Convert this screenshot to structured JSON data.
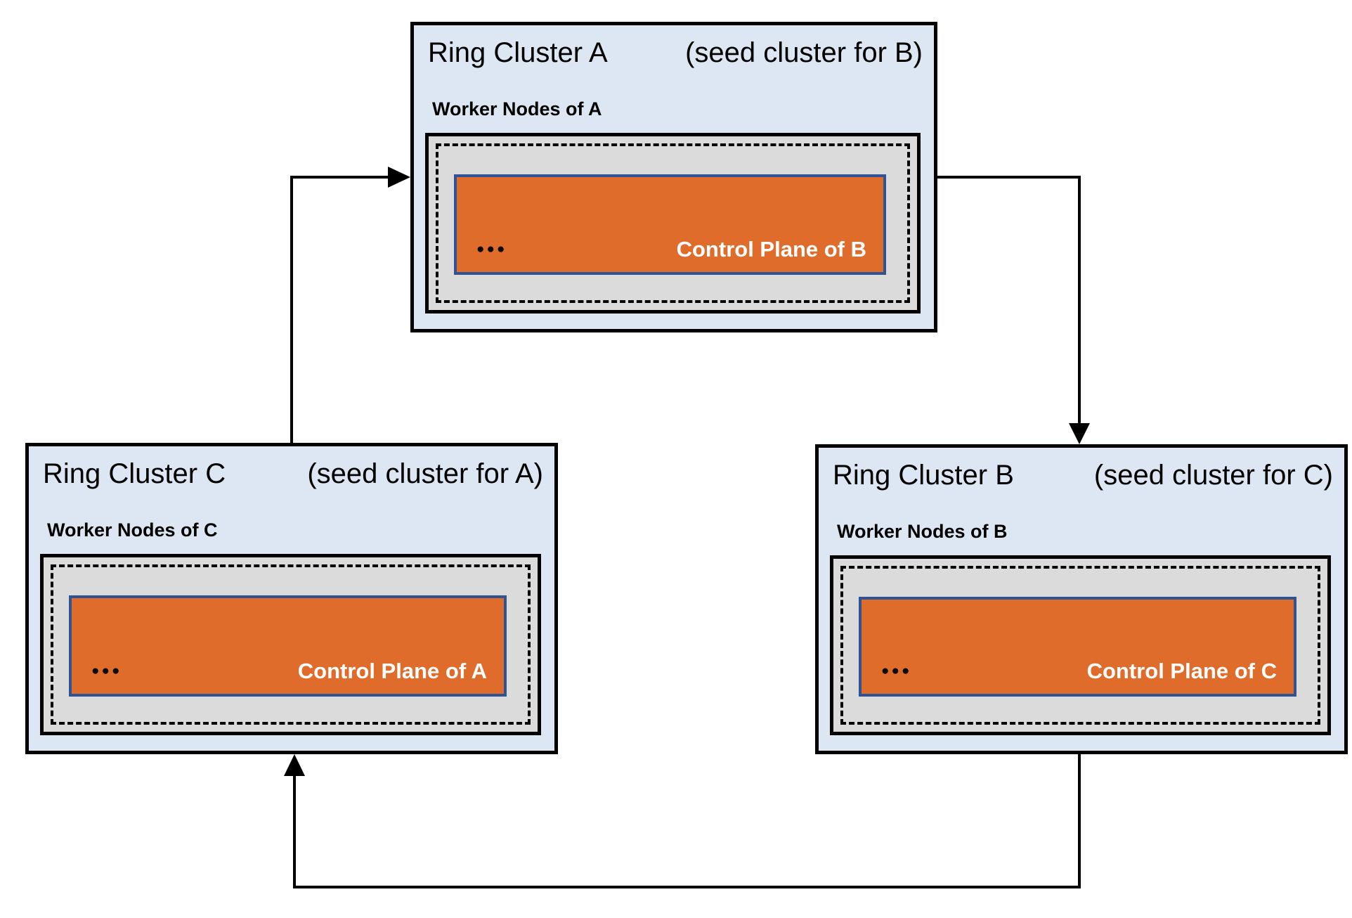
{
  "colors": {
    "cluster_fill": "#DCE7F3",
    "worker_panel_fill": "#DBDBDB",
    "control_plane_fill": "#E06C2B",
    "control_plane_border": "#2F5496",
    "line_color": "#000000",
    "control_plane_text": "#FFFFFF",
    "background": "#FFFFFF"
  },
  "clusters": [
    {
      "id": "A",
      "title": "Ring Cluster A",
      "subtitle": "(seed cluster for B)",
      "worker_label": "Worker Nodes of A",
      "dots": "●●●",
      "control_plane_label": "Control Plane of B"
    },
    {
      "id": "B",
      "title": "Ring Cluster B",
      "subtitle": "(seed cluster for C)",
      "worker_label": "Worker Nodes of B",
      "dots": "●●●",
      "control_plane_label": "Control Plane of C"
    },
    {
      "id": "C",
      "title": "Ring Cluster C",
      "subtitle": "(seed cluster for A)",
      "worker_label": "Worker Nodes of C",
      "dots": "●●●",
      "control_plane_label": "Control Plane of A"
    }
  ],
  "arrows": [
    {
      "name": "a-to-b",
      "from": "Ring Cluster A",
      "to": "Ring Cluster B"
    },
    {
      "name": "b-to-c",
      "from": "Ring Cluster B",
      "to": "Ring Cluster C"
    },
    {
      "name": "c-to-a",
      "from": "Ring Cluster C",
      "to": "Ring Cluster A"
    }
  ]
}
